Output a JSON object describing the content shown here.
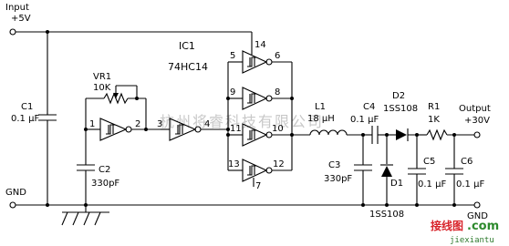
{
  "input": {
    "title": "Input",
    "voltage": "+5V"
  },
  "ground": {
    "label": "GND",
    "out_label": "GND"
  },
  "ic": {
    "name": "IC1",
    "part": "74HC14"
  },
  "pins": {
    "p1": "1",
    "p2": "2",
    "p3": "3",
    "p4": "4",
    "p5": "5",
    "p6": "6",
    "p7": "7",
    "p8": "8",
    "p9": "9",
    "p10": "10",
    "p11": "11",
    "p12": "12",
    "p13": "13",
    "p14": "14"
  },
  "components": {
    "C1": {
      "name": "C1",
      "value": "0.1 µF"
    },
    "C2": {
      "name": "C2",
      "value": "330pF"
    },
    "C3": {
      "name": "C3",
      "value": "330pF"
    },
    "C4": {
      "name": "C4",
      "value": "0.1 µF"
    },
    "C5": {
      "name": "C5",
      "value": "0.1 µF"
    },
    "C6": {
      "name": "C6",
      "value": "0.1 µF"
    },
    "VR1": {
      "name": "VR1",
      "value": "10K"
    },
    "L1": {
      "name": "L1",
      "value": "18 µH"
    },
    "R1": {
      "name": "R1",
      "value": "1K"
    },
    "D1": {
      "name": "D1",
      "value": "1SS108"
    },
    "D2": {
      "name": "D2",
      "value": "1SS108"
    }
  },
  "output": {
    "title": "Output",
    "voltage": "+30V"
  },
  "watermark": {
    "text": "杭州将睿科技有限公司"
  },
  "logo": {
    "cn": "接线图",
    "dotcom": ".com",
    "url": "jiexiantu"
  }
}
